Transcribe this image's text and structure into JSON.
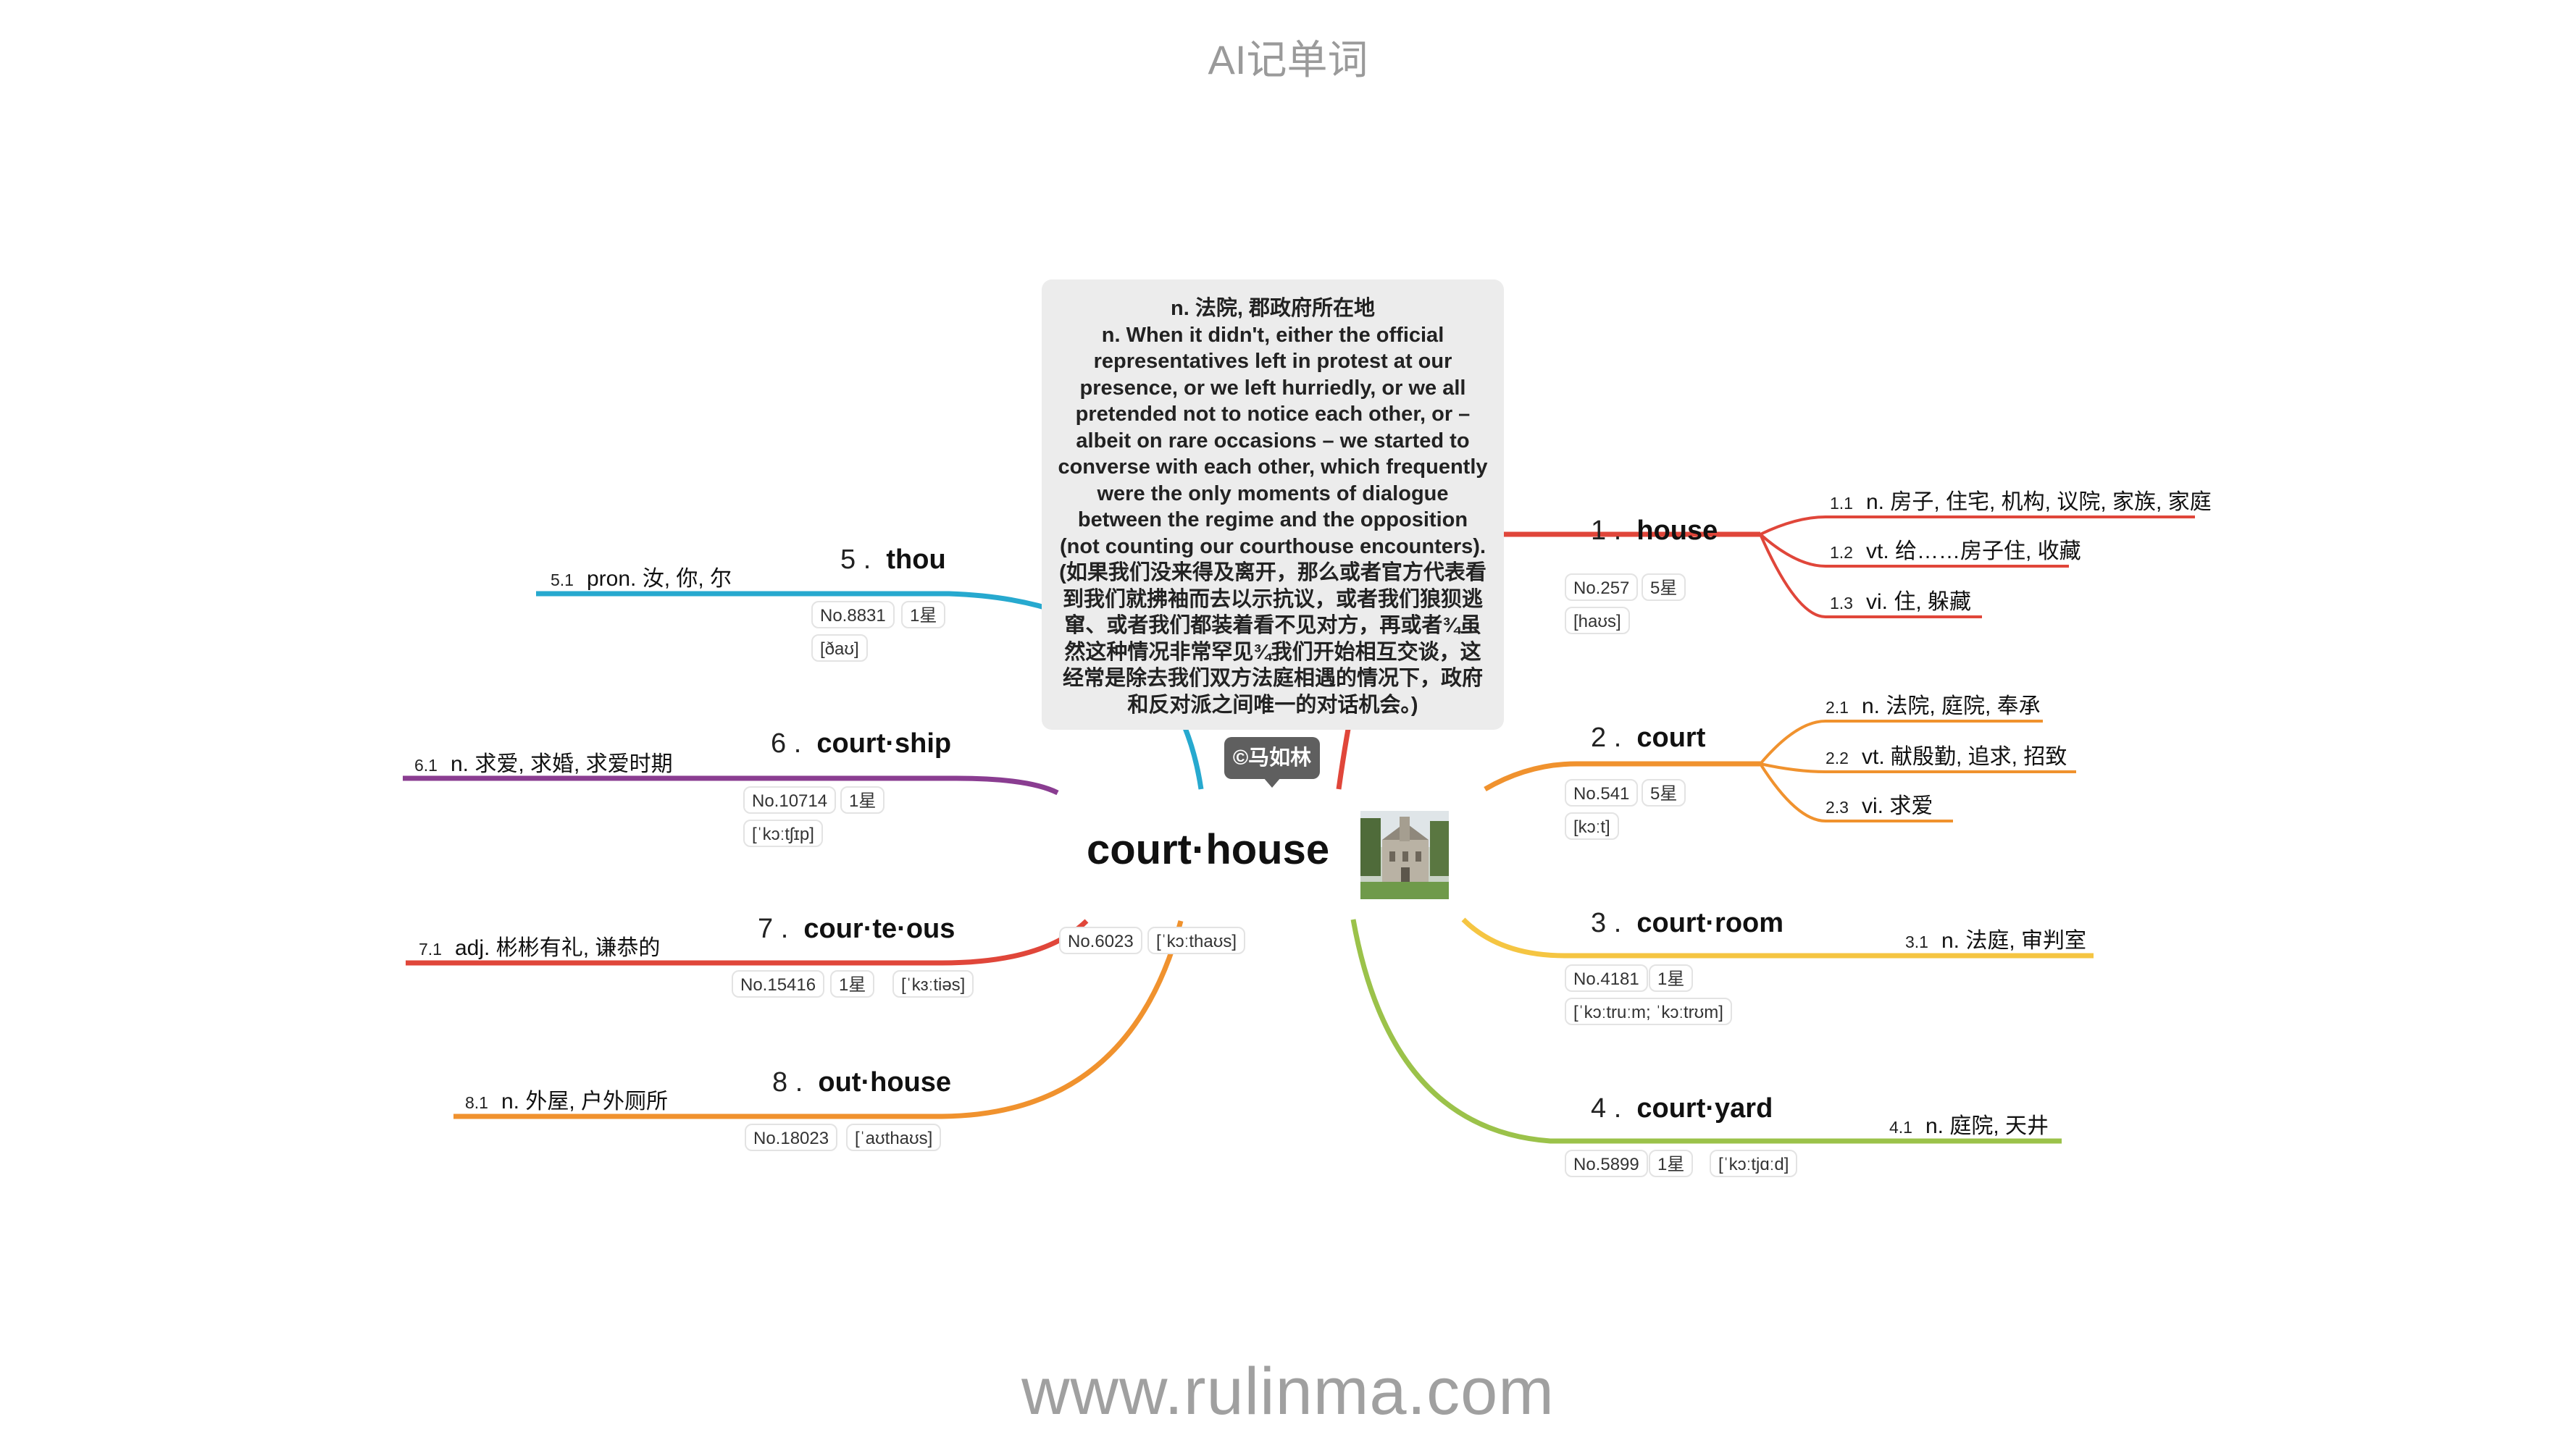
{
  "header": {
    "title": "AI记单词"
  },
  "footer": {
    "site": "www.rulinma.com"
  },
  "note": {
    "cn_meaning": "n. 法院, 郡政府所在地",
    "example": "n. When it didn't, either the official representatives left in protest at our presence, or we left hurriedly, or we all pretended not to notice each other, or – albeit on rare occasions – we started to converse with each other, which frequently were the only moments of dialogue between the regime and the opposition (not counting our courthouse encounters). (如果我们没来得及离开，那么或者官方代表看到我们就拂袖而去以示抗议，或者我们狼狈逃窜、或者我们都装着看不见对方，再或者¾虽然这种情况非常罕见¾我们开始相互交谈，这经常是除去我们双方法庭相遇的情况下，政府和反对派之间唯一的对话机会。)"
  },
  "author_badge": "©马如林",
  "central": {
    "word": "court·house",
    "rank": "No.6023",
    "phonetic": "[ˈkɔːthaʊs]"
  },
  "branches": [
    {
      "num": "1 .",
      "word": "house",
      "color": "#e0463a",
      "tags": [
        "No.257",
        "5星",
        "[haʊs]"
      ],
      "leaves": [
        {
          "idx": "1.1",
          "text": "n. 房子, 住宅, 机构, 议院, 家族, 家庭"
        },
        {
          "idx": "1.2",
          "text": "vt. 给……房子住, 收藏"
        },
        {
          "idx": "1.3",
          "text": "vi. 住, 躲藏"
        }
      ]
    },
    {
      "num": "2 .",
      "word": "court",
      "color": "#f0922e",
      "tags": [
        "No.541",
        "5星",
        "[kɔːt]"
      ],
      "leaves": [
        {
          "idx": "2.1",
          "text": "n. 法院, 庭院, 奉承"
        },
        {
          "idx": "2.2",
          "text": "vt. 献殷勤, 追求, 招致"
        },
        {
          "idx": "2.3",
          "text": "vi. 求爱"
        }
      ]
    },
    {
      "num": "3 .",
      "word": "court·room",
      "color": "#f5c542",
      "tags": [
        "No.4181",
        "1星",
        "[ˈkɔːtruːm; ˈkɔːtrʊm]"
      ],
      "leaves": [
        {
          "idx": "3.1",
          "text": "n. 法庭, 审判室"
        }
      ]
    },
    {
      "num": "4 .",
      "word": "court·yard",
      "color": "#9bc24a",
      "tags": [
        "No.5899",
        "1星",
        "[ˈkɔːtjɑːd]"
      ],
      "leaves": [
        {
          "idx": "4.1",
          "text": "n. 庭院, 天井"
        }
      ]
    },
    {
      "num": "5 .",
      "word": "thou",
      "color": "#27a9cf",
      "tags": [
        "No.8831",
        "1星",
        "[ðaʊ]"
      ],
      "leaves": [
        {
          "idx": "5.1",
          "text": "pron. 汝, 你, 尔"
        }
      ]
    },
    {
      "num": "6 .",
      "word": "court·ship",
      "color": "#8a3d91",
      "tags": [
        "No.10714",
        "1星",
        "[ˈkɔːtʃɪp]"
      ],
      "leaves": [
        {
          "idx": "6.1",
          "text": "n. 求爱, 求婚, 求爱时期"
        }
      ]
    },
    {
      "num": "7 .",
      "word": "cour·te·ous",
      "color": "#e0463a",
      "tags": [
        "No.15416",
        "1星",
        "[ˈkɜːtiəs]"
      ],
      "leaves": [
        {
          "idx": "7.1",
          "text": "adj. 彬彬有礼, 谦恭的"
        }
      ]
    },
    {
      "num": "8 .",
      "word": "out·house",
      "color": "#f0922e",
      "tags": [
        "No.18023",
        "[ˈaʊthaʊs]"
      ],
      "leaves": [
        {
          "idx": "8.1",
          "text": "n. 外屋, 户外厕所"
        }
      ]
    }
  ]
}
